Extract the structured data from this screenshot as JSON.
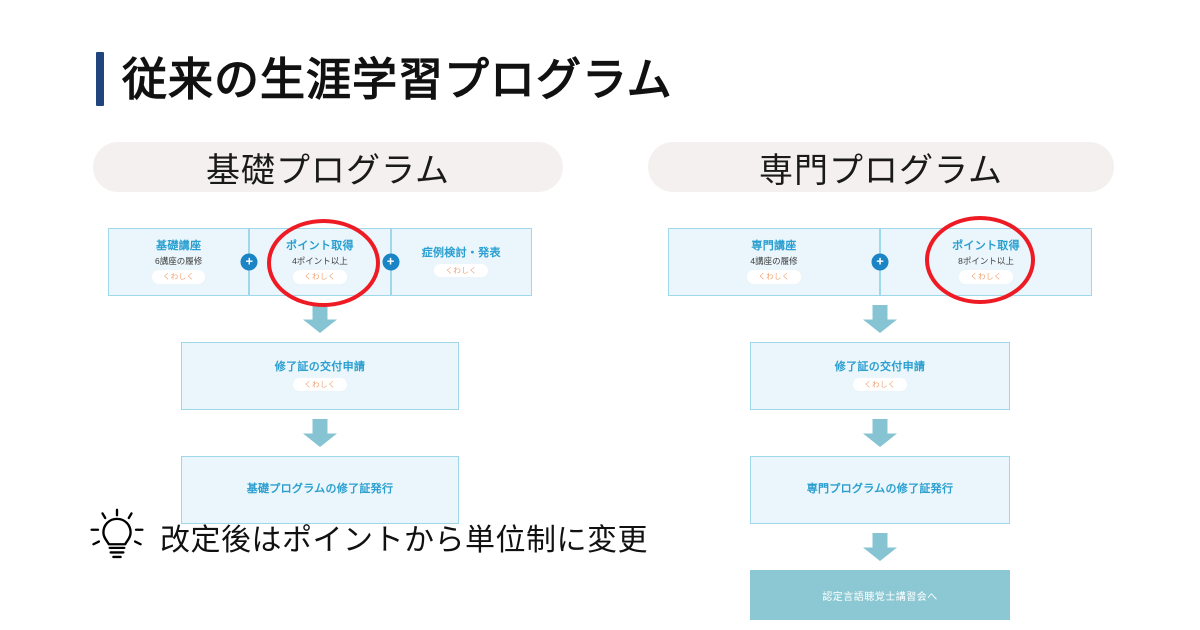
{
  "page": {
    "title": "従来の生涯学習プログラム",
    "accent_color": "#1f447e",
    "box_fill": "#eaf6fb",
    "box_border": "#9ed8ea",
    "arrow_color": "#86c4d3",
    "annotation_color": "#ee1b24",
    "link_color": "#f0a070",
    "heading_color": "#2a9fd0",
    "final_fill": "#8cc8d3"
  },
  "sections": {
    "basic": {
      "pill_label": "基礎プログラム",
      "top_row": [
        {
          "title": "基礎講座",
          "sub": "6講座の履修",
          "link": "くわしく"
        },
        {
          "title": "ポイント取得",
          "sub": "4ポイント以上",
          "link": "くわしく"
        },
        {
          "title": "症例検討・発表",
          "sub": "",
          "link": "くわしく"
        }
      ],
      "connectors": [
        "+",
        "+"
      ],
      "steps": [
        {
          "title": "修了証の交付申請",
          "link": "くわしく"
        },
        {
          "title": "基礎プログラムの修了証発行",
          "link": ""
        }
      ]
    },
    "expert": {
      "pill_label": "専門プログラム",
      "top_row": [
        {
          "title": "専門講座",
          "sub": "4講座の履修",
          "link": "くわしく"
        },
        {
          "title": "ポイント取得",
          "sub": "8ポイント以上",
          "link": "くわしく"
        }
      ],
      "connectors": [
        "+"
      ],
      "steps": [
        {
          "title": "修了証の交付申請",
          "link": "くわしく"
        },
        {
          "title": "専門プログラムの修了証発行",
          "link": ""
        }
      ],
      "final": "認定言語聴覚士講習会へ"
    }
  },
  "footnote": {
    "icon": "lightbulb-icon",
    "text": "改定後はポイントから単位制に変更"
  }
}
